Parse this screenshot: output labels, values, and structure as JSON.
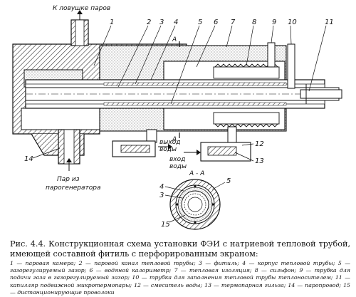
{
  "labels": {
    "to_steam_trap": "К ловушке паров",
    "steam_from_1": "Пар из",
    "steam_from_2": "парогенератора",
    "water_out_1": "выход",
    "water_out_2": "воды",
    "water_in_1": "вход",
    "water_in_2": "воды",
    "section": "А - А",
    "section_mark": "А"
  },
  "callouts": [
    "1",
    "2",
    "3",
    "4",
    "5",
    "6",
    "7",
    "8",
    "9",
    "10",
    "11",
    "12",
    "13",
    "14"
  ],
  "section_callouts": [
    "3",
    "4",
    "5",
    "15"
  ],
  "caption": {
    "title": "Рис. 4.4. Конструкционная схема установки ФЭИ с натриевой тепловой трубой, имеющей составной фитиль с перфорированным экраном:",
    "legend": "1 — паровая камера; 2 — паровой канал тепловой трубы; 3 — фитиль; 4 — корпус тепловой трубы; 5 — газорегулируемый зазор; 6 — водяной калориметр; 7 — тепловая изоляция; 8 — сильфон; 9 — трубка для подачи газа в газорегулируемый зазор; 10 — трубка для заполнения тепловой трубы теплоносителем; 11 — капилляр подвижной микротермопары; 12 — смеситель воды; 13 — термопарная гильза; 14 — паропровод; 15 — дистанционирующие проволоки"
  }
}
